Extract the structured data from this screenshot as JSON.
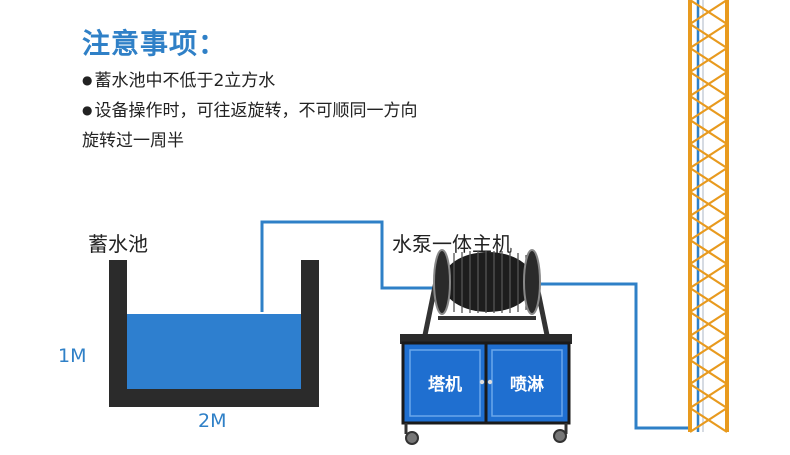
{
  "heading": "注意事项：",
  "notes": [
    "蓄水池中不低于2立方水",
    "设备操作时，可往返旋转，不可顺同一方向",
    "旋转过一周半"
  ],
  "bullet": "●",
  "labels": {
    "tank": "蓄水池",
    "machine": "水泵一体主机",
    "height": "1M",
    "width": "2M",
    "door_left": "塔机",
    "door_right": "喷淋"
  },
  "colors": {
    "accent": "#2f80c7",
    "water": "#2e7fcf",
    "cabinet": "#1f6fd0",
    "tower": "#e89a1e",
    "tank_wall": "#2b2b2b"
  }
}
